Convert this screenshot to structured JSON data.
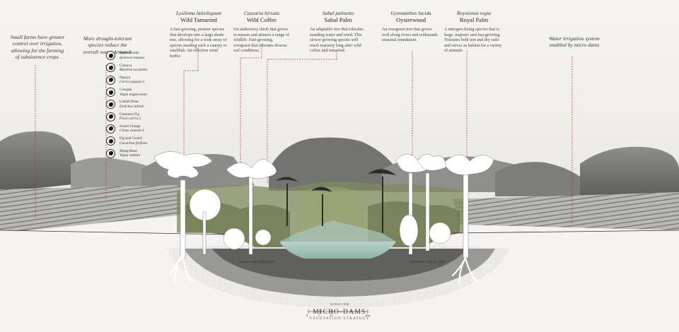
{
  "left_notes": {
    "farms": "Small farms have greater control over irrigation, allowing for the farming of subsistence crops.",
    "drought": "More drought-tolerant species reduce the overall water demand."
  },
  "right_note": "Water irrigation system enabled by micro dams",
  "crops": [
    {
      "common": "Sweet Potato",
      "sci": "Ipomoea batatas"
    },
    {
      "common": "Cassava",
      "sci": "Manihot esculenta"
    },
    {
      "common": "Papaya",
      "sci": "Carica papaya L"
    },
    {
      "common": "Cowpea",
      "sci": "Vigna unguiculata"
    },
    {
      "common": "Lablab Bean",
      "sci": "Dolichos lablab"
    },
    {
      "common": "Common Fig",
      "sci": "Ficus carica L"
    },
    {
      "common": "Sweet Orange",
      "sci": "Citrus sinensis L"
    },
    {
      "common": "Fig-leaf Gourd",
      "sci": "Cucurbita ficifolia"
    },
    {
      "common": "Mung Bean",
      "sci": "Vigna radiata"
    }
  ],
  "species": [
    {
      "sci": "Lysiloma latisiliquum",
      "common": "Wild Tamarind",
      "desc": "A fast-growing, pioneer species that develops into a large shade tree, allowing for a wide array of species needing such a canopy to establish. An effective wind buffer."
    },
    {
      "sci": "Casearia hirsuta",
      "common": "Wild Coffee",
      "desc": "Un understory shrub that grows in masses and attracts a range of wildlife. Fast-growing, evergreen that tolerates diverse soil conditions."
    },
    {
      "sci": "Sabal palmetto",
      "common": "Sabal Palm",
      "desc": "An adaptable tree that tolerates standing water and wind. This slower growing species will reach maturity long after wild coffee and tamarind."
    },
    {
      "sci": "Gymnanthes lucida",
      "common": "Oysterwood",
      "desc": "An evergreen tree that grows well along rivers and withstands seasonal inundation."
    },
    {
      "sci": "Roystonea regia",
      "common": "Royal Palm",
      "desc": "A nitrogen-fixing species that is large, majestic and fast-growing. Tolerates both wet and dry soils and serves as habitat for a variety of animals."
    }
  ],
  "ground_labels": {
    "left": "ground-water infiltration",
    "right": "placement of rocky slope"
  },
  "scale": {
    "label": "SCALE 1:500",
    "ticks": [
      "0",
      "5",
      "10",
      "20m"
    ]
  },
  "title": {
    "main": "MICRO-DAMS",
    "sub": "VEGETATION STRATEGY"
  },
  "colors": {
    "accent_dotted": "#c0322b",
    "water": "#a6c4bb",
    "ground": "#8a8a88",
    "vegetation": "#7f8b5c",
    "tree_white": "#ffffff"
  }
}
